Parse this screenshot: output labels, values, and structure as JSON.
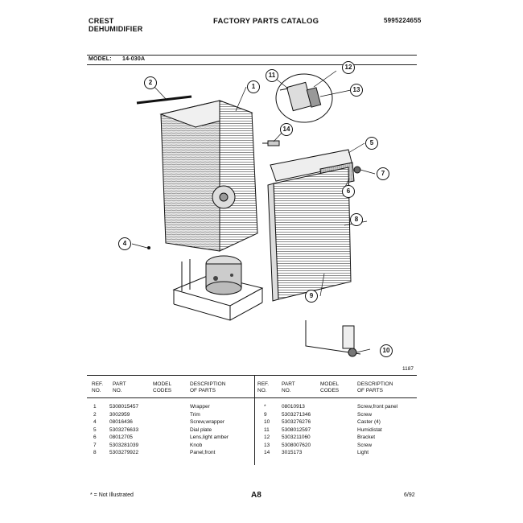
{
  "header": {
    "brand_line1": "CREST",
    "brand_line2": "DEHUMIDIFIER",
    "catalog_title": "FACTORY PARTS CATALOG",
    "catalog_number": "5995224655"
  },
  "model": {
    "label": "MODEL:",
    "value": "14-030A"
  },
  "diagram": {
    "figure_number": "1187",
    "callouts": [
      "1",
      "2",
      "4",
      "5",
      "6",
      "7",
      "8",
      "9",
      "10",
      "11",
      "12",
      "13",
      "14"
    ]
  },
  "table": {
    "columns": {
      "ref": "REF.\nNO.",
      "part": "PART\nNO.",
      "model_codes": "MODEL\nCODES",
      "description": "DESCRIPTION\nOF PARTS"
    },
    "left_rows": [
      {
        "ref": "1",
        "part": "5308015457",
        "desc": "Wrapper"
      },
      {
        "ref": "2",
        "part": "3002959",
        "desc": "Trim"
      },
      {
        "ref": "4",
        "part": "08016436",
        "desc": "Screw,wrapper"
      },
      {
        "ref": "5",
        "part": "5303276633",
        "desc": "Dial plate"
      },
      {
        "ref": "6",
        "part": "08012705",
        "desc": "Lens,light amber"
      },
      {
        "ref": "7",
        "part": "5303281039",
        "desc": "Knob"
      },
      {
        "ref": "8",
        "part": "5303279922",
        "desc": "Panel,front"
      }
    ],
    "right_rows": [
      {
        "ref": "*",
        "part": "08010913",
        "desc": "Screw,front panel"
      },
      {
        "ref": "9",
        "part": "5303271346",
        "desc": "Screw"
      },
      {
        "ref": "10",
        "part": "5303276276",
        "desc": "Caster (4)"
      },
      {
        "ref": "11",
        "part": "5308012597",
        "desc": "Humidistat"
      },
      {
        "ref": "12",
        "part": "5303211060",
        "desc": "Bracket"
      },
      {
        "ref": "13",
        "part": "5308007620",
        "desc": "Screw"
      },
      {
        "ref": "14",
        "part": "3015173",
        "desc": "Light"
      }
    ]
  },
  "footer": {
    "note": "* = Not Illustrated",
    "page": "A8",
    "date": "6/92"
  }
}
